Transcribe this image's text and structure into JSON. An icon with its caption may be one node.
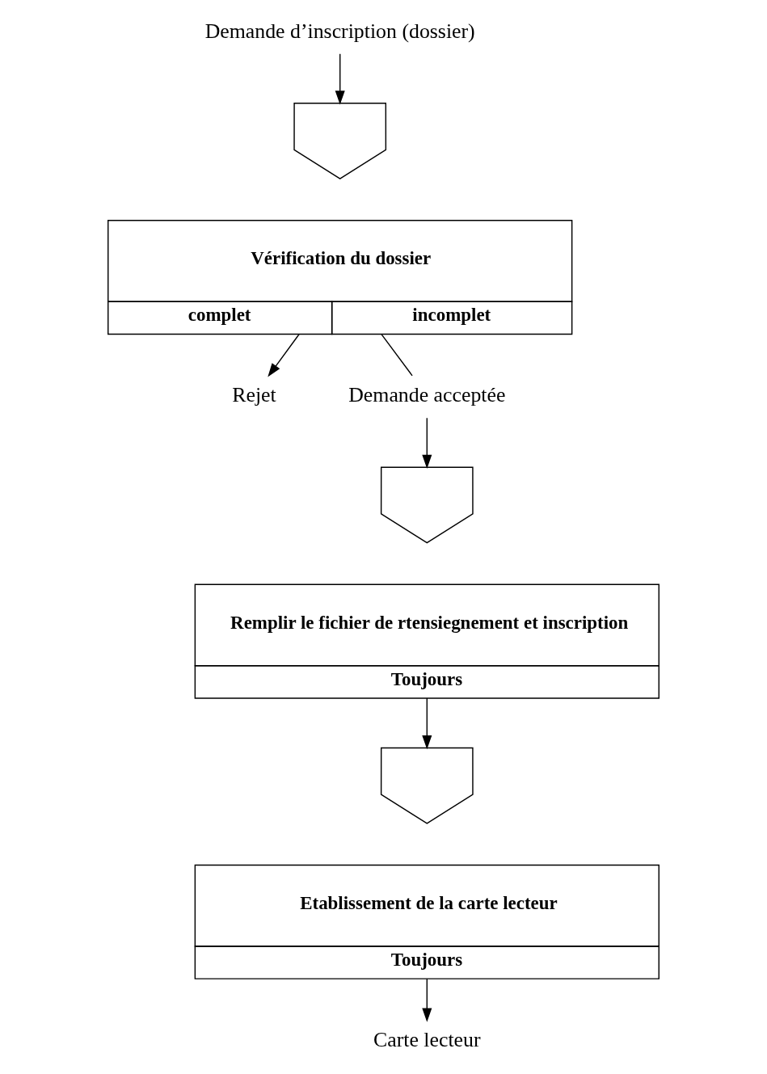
{
  "diagram": {
    "nodes": [
      {
        "text": [
          "Demande d’inscription (dossier)"
        ]
      },
      {
        "text": [],
        "shape": "pentagon"
      },
      {
        "text": [
          "Vérification du dossier",
          "complet",
          "incomplet"
        ]
      },
      {
        "text": [
          "Rejet"
        ]
      },
      {
        "text": [
          "Demande acceptée"
        ]
      },
      {
        "text": [],
        "shape": "pentagon"
      },
      {
        "text": [
          "Remplir le fichier de rtensiegnement et inscription",
          "Toujours"
        ]
      },
      {
        "text": [],
        "shape": "pentagon"
      },
      {
        "text": [
          "Etablissement de la carte lecteur",
          "Toujours"
        ]
      },
      {
        "text": [
          "Carte lecteur"
        ]
      }
    ],
    "edges": [
      {
        "from": 0,
        "to": 1,
        "arrow": "to"
      },
      {
        "from": 2,
        "to": 4,
        "arrow": "none"
      },
      {
        "from": 2,
        "to": 3,
        "arrow": "to"
      },
      {
        "from": 4,
        "to": 5,
        "arrow": "to"
      },
      {
        "from": 6,
        "to": 7,
        "arrow": "to"
      },
      {
        "from": 8,
        "to": 9,
        "arrow": "to"
      }
    ]
  }
}
